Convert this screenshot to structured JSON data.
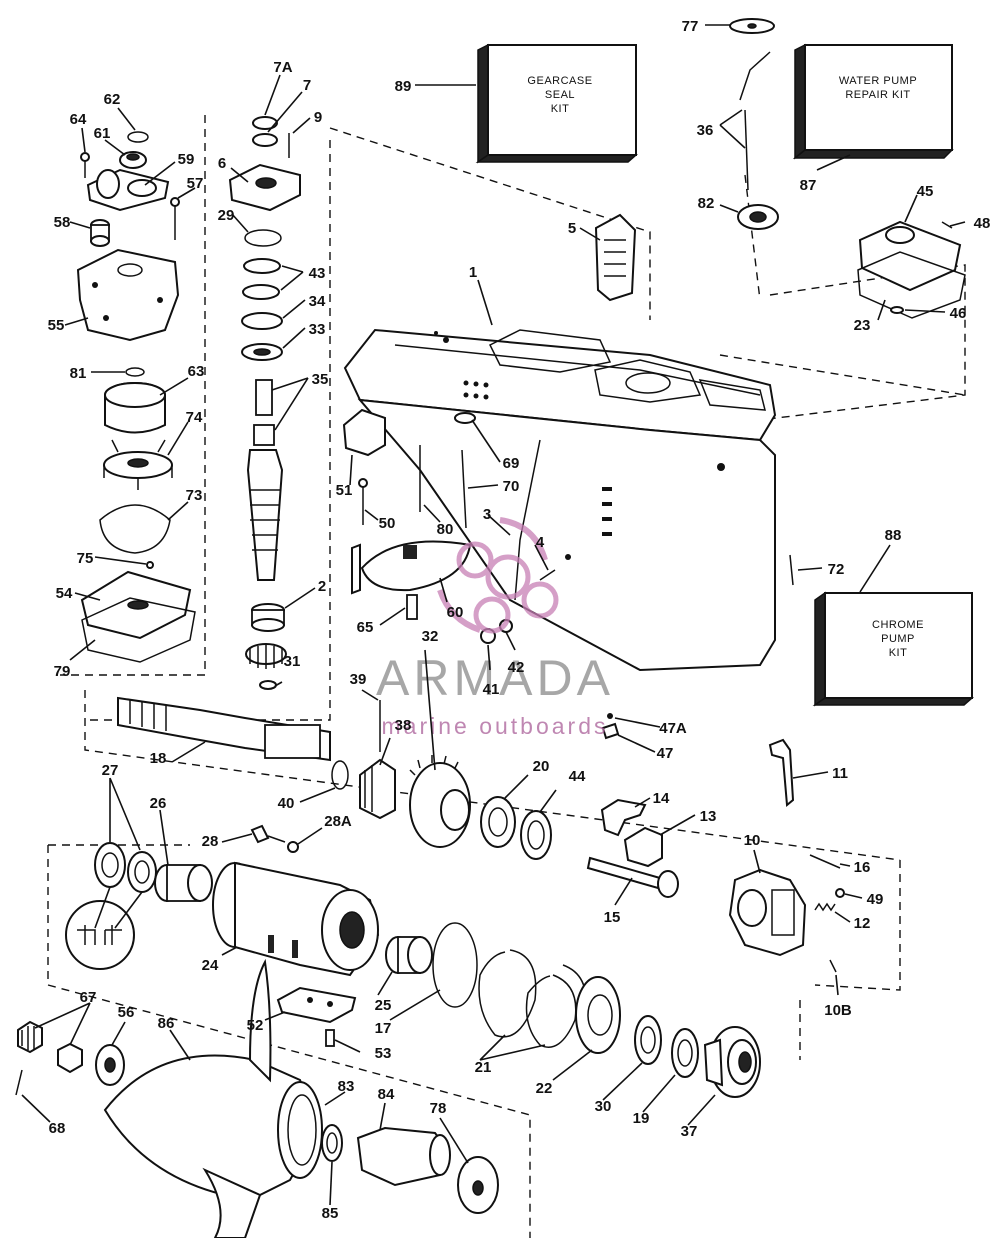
{
  "kits": [
    {
      "id": "kit-gearcase-seal",
      "lines": [
        "GEARCASE",
        "SEAL",
        "KIT"
      ],
      "number": "89"
    },
    {
      "id": "kit-water-pump",
      "lines": [
        "WATER PUMP",
        "REPAIR KIT"
      ],
      "number": "87"
    },
    {
      "id": "kit-chrome-pump",
      "lines": [
        "CHROME",
        "PUMP",
        "KIT"
      ],
      "number": "88"
    }
  ],
  "watermark": {
    "brand": "ARMADA",
    "tagline": "marine outboards",
    "colors": {
      "primary": "#8a8a8a",
      "accent": "#c77fb5"
    }
  },
  "callouts": {
    "c77": "77",
    "c89": "89",
    "c87": "87",
    "c88": "88",
    "c7A": "7A",
    "c7": "7",
    "c9": "9",
    "c62": "62",
    "c64": "64",
    "c61": "61",
    "c59": "59",
    "c57": "57",
    "c58": "58",
    "c55": "55",
    "c6": "6",
    "c29": "29",
    "c43": "43",
    "c34": "34",
    "c33": "33",
    "c35": "35",
    "c81": "81",
    "c63": "63",
    "c74": "74",
    "c73": "73",
    "c75": "75",
    "c54": "54",
    "c79": "79",
    "c2": "2",
    "c31": "31",
    "c32": "32",
    "c39": "39",
    "c38": "38",
    "c40": "40",
    "c18": "18",
    "c1": "1",
    "c5": "5",
    "c36": "36",
    "c82": "82",
    "c45": "45",
    "c48": "48",
    "c23": "23",
    "c46": "46",
    "c51": "51",
    "c50": "50",
    "c80": "80",
    "c69": "69",
    "c70": "70",
    "c3": "3",
    "c4": "4",
    "c60": "60",
    "c65": "65",
    "c41": "41",
    "c42": "42",
    "c72": "72",
    "c47A": "47A",
    "c47": "47",
    "c20": "20",
    "c44": "44",
    "c14": "14",
    "c13": "13",
    "c11": "11",
    "c10": "10",
    "c16": "16",
    "c49": "49",
    "c12": "12",
    "c15": "15",
    "c10B": "10B",
    "c27": "27",
    "c26": "26",
    "c28": "28",
    "c28A": "28A",
    "c24": "24",
    "c25": "25",
    "c17": "17",
    "c52": "52",
    "c53": "53",
    "c21": "21",
    "c22": "22",
    "c30": "30",
    "c19": "19",
    "c37": "37",
    "c67": "67",
    "c56": "56",
    "c86": "86",
    "c68": "68",
    "c83": "83",
    "c84": "84",
    "c78": "78",
    "c85": "85"
  }
}
